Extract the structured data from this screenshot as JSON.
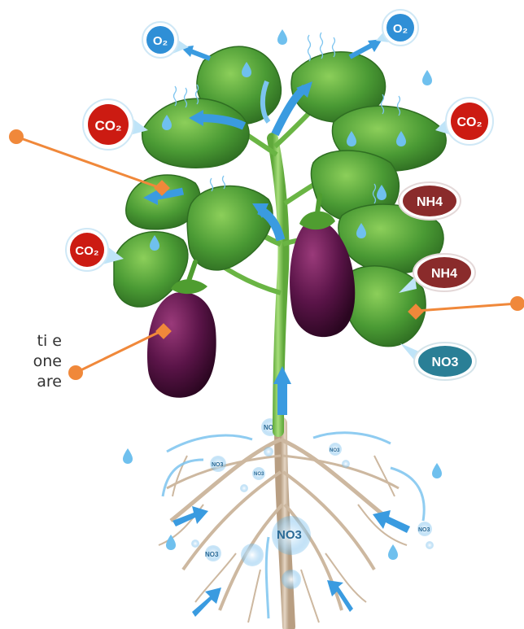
{
  "labels": {
    "o2": "O₂",
    "co2": "CO₂",
    "nh4": "NH4",
    "no3": "NO3"
  },
  "side_text": {
    "line1": "ti e",
    "line2": "one",
    "line3": "are"
  },
  "colors": {
    "o2_blue": "#2f8fd6",
    "co2_red": "#cc1b12",
    "nh4_maroon": "#8a2b2b",
    "no3_teal": "#2a7f96",
    "pointer_orange": "#f0883a",
    "arrow_blue": "#3a9be0",
    "leaf_green": "#4a9a34",
    "eggplant_purple": "#4a1040",
    "root_tan": "#cdb8a0"
  },
  "icons": [
    "water-drop-icon",
    "flow-arrow-icon",
    "pointer-dot-icon"
  ]
}
